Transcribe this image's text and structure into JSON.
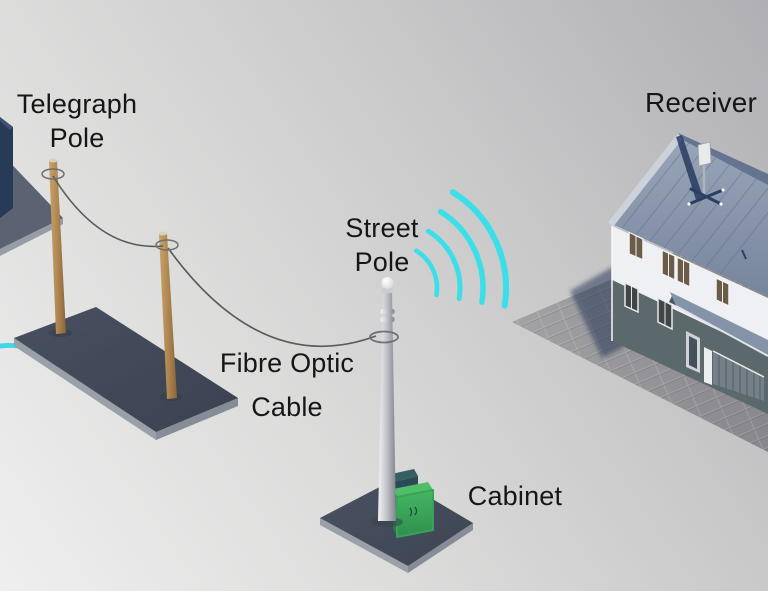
{
  "labels": {
    "telegraph_pole": {
      "line1": "Telegraph",
      "line2": "Pole"
    },
    "street_pole": {
      "line1": "Street",
      "line2": "Pole"
    },
    "fibre_optic_cable": {
      "line1": "Fibre Optic",
      "line2": "Cable"
    },
    "cabinet": {
      "text": "Cabinet"
    },
    "receiver": {
      "text": "Receiver"
    }
  },
  "colors": {
    "background_bottom_left": "#eeefee",
    "background_top_right": "#b0b0b4",
    "signal_wave_cyan": "#3bdfe9",
    "fibre_drop_cable_cyan": "#3fd6e6",
    "cabinet_green": "#3fae5d",
    "wood_pole_tan": "#b08d5c",
    "concrete_platform_slate": "#545e6e",
    "house_roof_bluegray": "#8694a9",
    "house_upper_wall_white": "#eef0f3",
    "house_lower_wall_gray": "#5c696c",
    "street_pole_metal": "#b9bcc2",
    "label_text": "#161616"
  },
  "scene_elements": [
    "exchange-building-corner",
    "telegraph-pole-1",
    "telegraph-pole-2",
    "telegraph-pole-platform",
    "overhead-fibre-wire",
    "underground-fibre-cable",
    "street-pole",
    "street-pole-platform",
    "street-cabinet",
    "wireless-signal-waves",
    "receiver-house",
    "house-paving",
    "roof-antenna"
  ]
}
